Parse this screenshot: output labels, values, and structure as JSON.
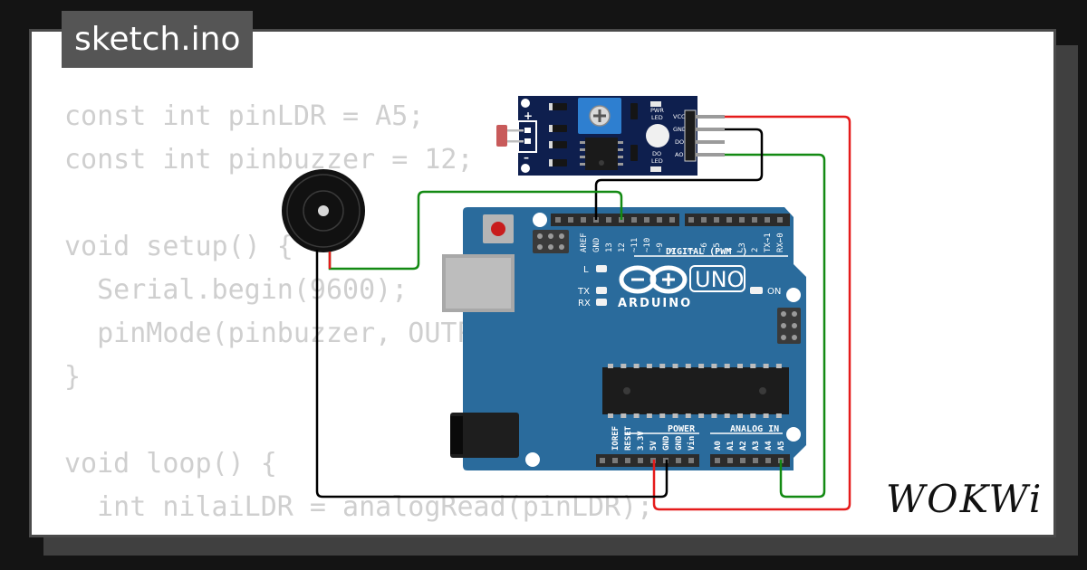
{
  "tab": {
    "title": "sketch.ino"
  },
  "code_lines": [
    "const int pinLDR = A5;",
    "const int pinbuzzer = 12;",
    "",
    "void setup() {",
    "  Serial.begin(9600);",
    "  pinMode(pinbuzzer, OUTPUT);",
    "}",
    "",
    "void loop() {",
    "  int nilaiLDR = analogRead(pinLDR);"
  ],
  "sensor": {
    "pin_labels": [
      "VCC",
      "GND",
      "DO",
      "AO"
    ],
    "led_labels": [
      "PWR",
      "LED",
      "DO",
      "LED"
    ],
    "plus": "+",
    "minus": "–"
  },
  "board": {
    "model": "UNO",
    "brand": "ARDUINO",
    "on_label": "ON",
    "l_label": "L",
    "tx_label": "TX",
    "rx_label": "RX",
    "digital_label": "DIGITAL (PWM ~)",
    "power_label": "POWER",
    "analog_label": "ANALOG IN",
    "top_pins": [
      "AREF",
      "GND",
      "13",
      "12",
      "~11",
      "~10",
      "~9",
      "8",
      "7",
      "~6",
      "~5",
      "4",
      "~3",
      "2",
      "TX→1",
      "RX←0"
    ],
    "power_pins": [
      "IOREF",
      "RESET",
      "3.3V",
      "5V",
      "GND",
      "GND",
      "Vin"
    ],
    "analog_pins": [
      "A0",
      "A1",
      "A2",
      "A3",
      "A4",
      "A5"
    ]
  },
  "brand_logo": "WOKWi",
  "colors": {
    "board_blue": "#2a6b9c",
    "sensor_navy": "#0e1f4e",
    "wire_red": "#e51b1b",
    "wire_green": "#138a13",
    "wire_black": "#000000"
  }
}
